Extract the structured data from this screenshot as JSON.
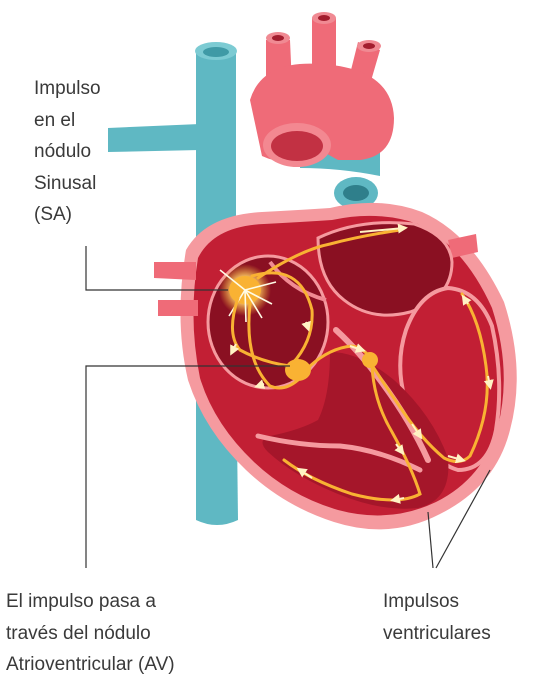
{
  "labels": {
    "sa_node": [
      "Impulso",
      "en el",
      "nódulo",
      "Sinusal",
      "(SA)"
    ],
    "av_node": [
      "El impulso pasa  a",
      "través del nódulo",
      "Atrioventricular (AV)"
    ],
    "ventricular": [
      "Impulsos",
      "ventriculares"
    ]
  },
  "colors": {
    "vein_blue": "#5fb8c3",
    "aorta_pink": "#ef6b78",
    "heart_red": "#c21f34",
    "chamber_dark": "#8a1022",
    "wall_light": "#f59a9f",
    "impulse_yellow": "#f9b233",
    "leader_line": "#333333"
  }
}
